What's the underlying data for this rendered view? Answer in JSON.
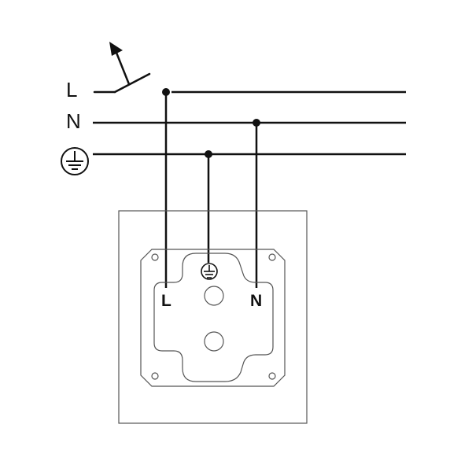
{
  "colors": {
    "wire": "#111111",
    "frame": "#555555",
    "background": "#ffffff"
  },
  "lines": {
    "live": "L",
    "neutral": "N",
    "earth_icon": "earth-ground-icon"
  },
  "socket": {
    "terminal_left": "L",
    "terminal_right": "N",
    "earth_terminal_icon": "earth-ground-icon"
  }
}
